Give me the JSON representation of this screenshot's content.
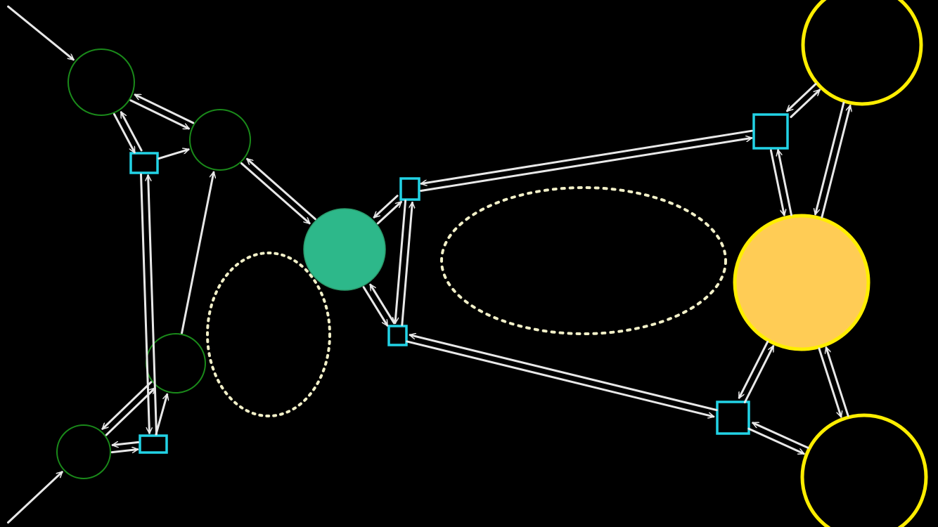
{
  "diagram": {
    "background_color": "#000000",
    "edge_color": "#e8e8e8",
    "node_styles": {
      "outline_green": {
        "stroke": "#1a8a1a",
        "fill": "none"
      },
      "junction_cyan": {
        "stroke": "#22d3e6",
        "fill": "none"
      },
      "filled_green": {
        "stroke": "#2a9a6a",
        "fill": "#2db88a"
      },
      "outline_yellow": {
        "stroke": "#ffee00",
        "fill": "none"
      },
      "filled_yellow": {
        "stroke": "#ffee00",
        "fill": "#ffcc55"
      },
      "region_dotted": {
        "stroke": "#f2f0c8",
        "fill": "none"
      }
    },
    "nodes": [
      {
        "id": "n1",
        "type": "outline_green"
      },
      {
        "id": "n2",
        "type": "outline_green"
      },
      {
        "id": "n3",
        "type": "outline_green"
      },
      {
        "id": "n4",
        "type": "outline_green"
      },
      {
        "id": "s1",
        "type": "junction_cyan"
      },
      {
        "id": "s2",
        "type": "junction_cyan"
      },
      {
        "id": "hub",
        "type": "filled_green"
      },
      {
        "id": "s3",
        "type": "junction_cyan"
      },
      {
        "id": "s4",
        "type": "junction_cyan"
      },
      {
        "id": "s5",
        "type": "junction_cyan"
      },
      {
        "id": "s6",
        "type": "junction_cyan"
      },
      {
        "id": "y1",
        "type": "outline_yellow"
      },
      {
        "id": "y2",
        "type": "filled_yellow"
      },
      {
        "id": "y3",
        "type": "outline_yellow"
      }
    ],
    "regions": [
      {
        "id": "r1",
        "type": "region_dotted"
      },
      {
        "id": "r2",
        "type": "region_dotted"
      }
    ],
    "edges": [
      {
        "from": "entry-top",
        "to": "n1"
      },
      {
        "from": "entry-bottom",
        "to": "n4"
      },
      {
        "from": "n1",
        "to": "n2"
      },
      {
        "from": "n2",
        "to": "n1"
      },
      {
        "from": "n1",
        "to": "s1"
      },
      {
        "from": "s1",
        "to": "n1"
      },
      {
        "from": "s1",
        "to": "n2"
      },
      {
        "from": "n2",
        "to": "hub"
      },
      {
        "from": "hub",
        "to": "n2"
      },
      {
        "from": "s1",
        "to": "s2"
      },
      {
        "from": "s2",
        "to": "s1"
      },
      {
        "from": "n3",
        "to": "n2"
      },
      {
        "from": "n3",
        "to": "n4"
      },
      {
        "from": "n4",
        "to": "n3"
      },
      {
        "from": "n4",
        "to": "s2"
      },
      {
        "from": "s2",
        "to": "n4"
      },
      {
        "from": "s2",
        "to": "n3"
      },
      {
        "from": "hub",
        "to": "s3"
      },
      {
        "from": "s3",
        "to": "hub"
      },
      {
        "from": "hub",
        "to": "s4"
      },
      {
        "from": "s4",
        "to": "hub"
      },
      {
        "from": "s3",
        "to": "s4"
      },
      {
        "from": "s4",
        "to": "s3"
      },
      {
        "from": "s5",
        "to": "s3"
      },
      {
        "from": "s3",
        "to": "s5"
      },
      {
        "from": "s4",
        "to": "s6"
      },
      {
        "from": "s6",
        "to": "s4"
      },
      {
        "from": "s5",
        "to": "y1"
      },
      {
        "from": "y1",
        "to": "s5"
      },
      {
        "from": "y1",
        "to": "y2"
      },
      {
        "from": "y2",
        "to": "y1"
      },
      {
        "from": "s5",
        "to": "y2"
      },
      {
        "from": "y2",
        "to": "s5"
      },
      {
        "from": "y2",
        "to": "s6"
      },
      {
        "from": "s6",
        "to": "y2"
      },
      {
        "from": "y2",
        "to": "y3"
      },
      {
        "from": "y3",
        "to": "y2"
      },
      {
        "from": "s6",
        "to": "y3"
      },
      {
        "from": "y3",
        "to": "s6"
      }
    ]
  }
}
